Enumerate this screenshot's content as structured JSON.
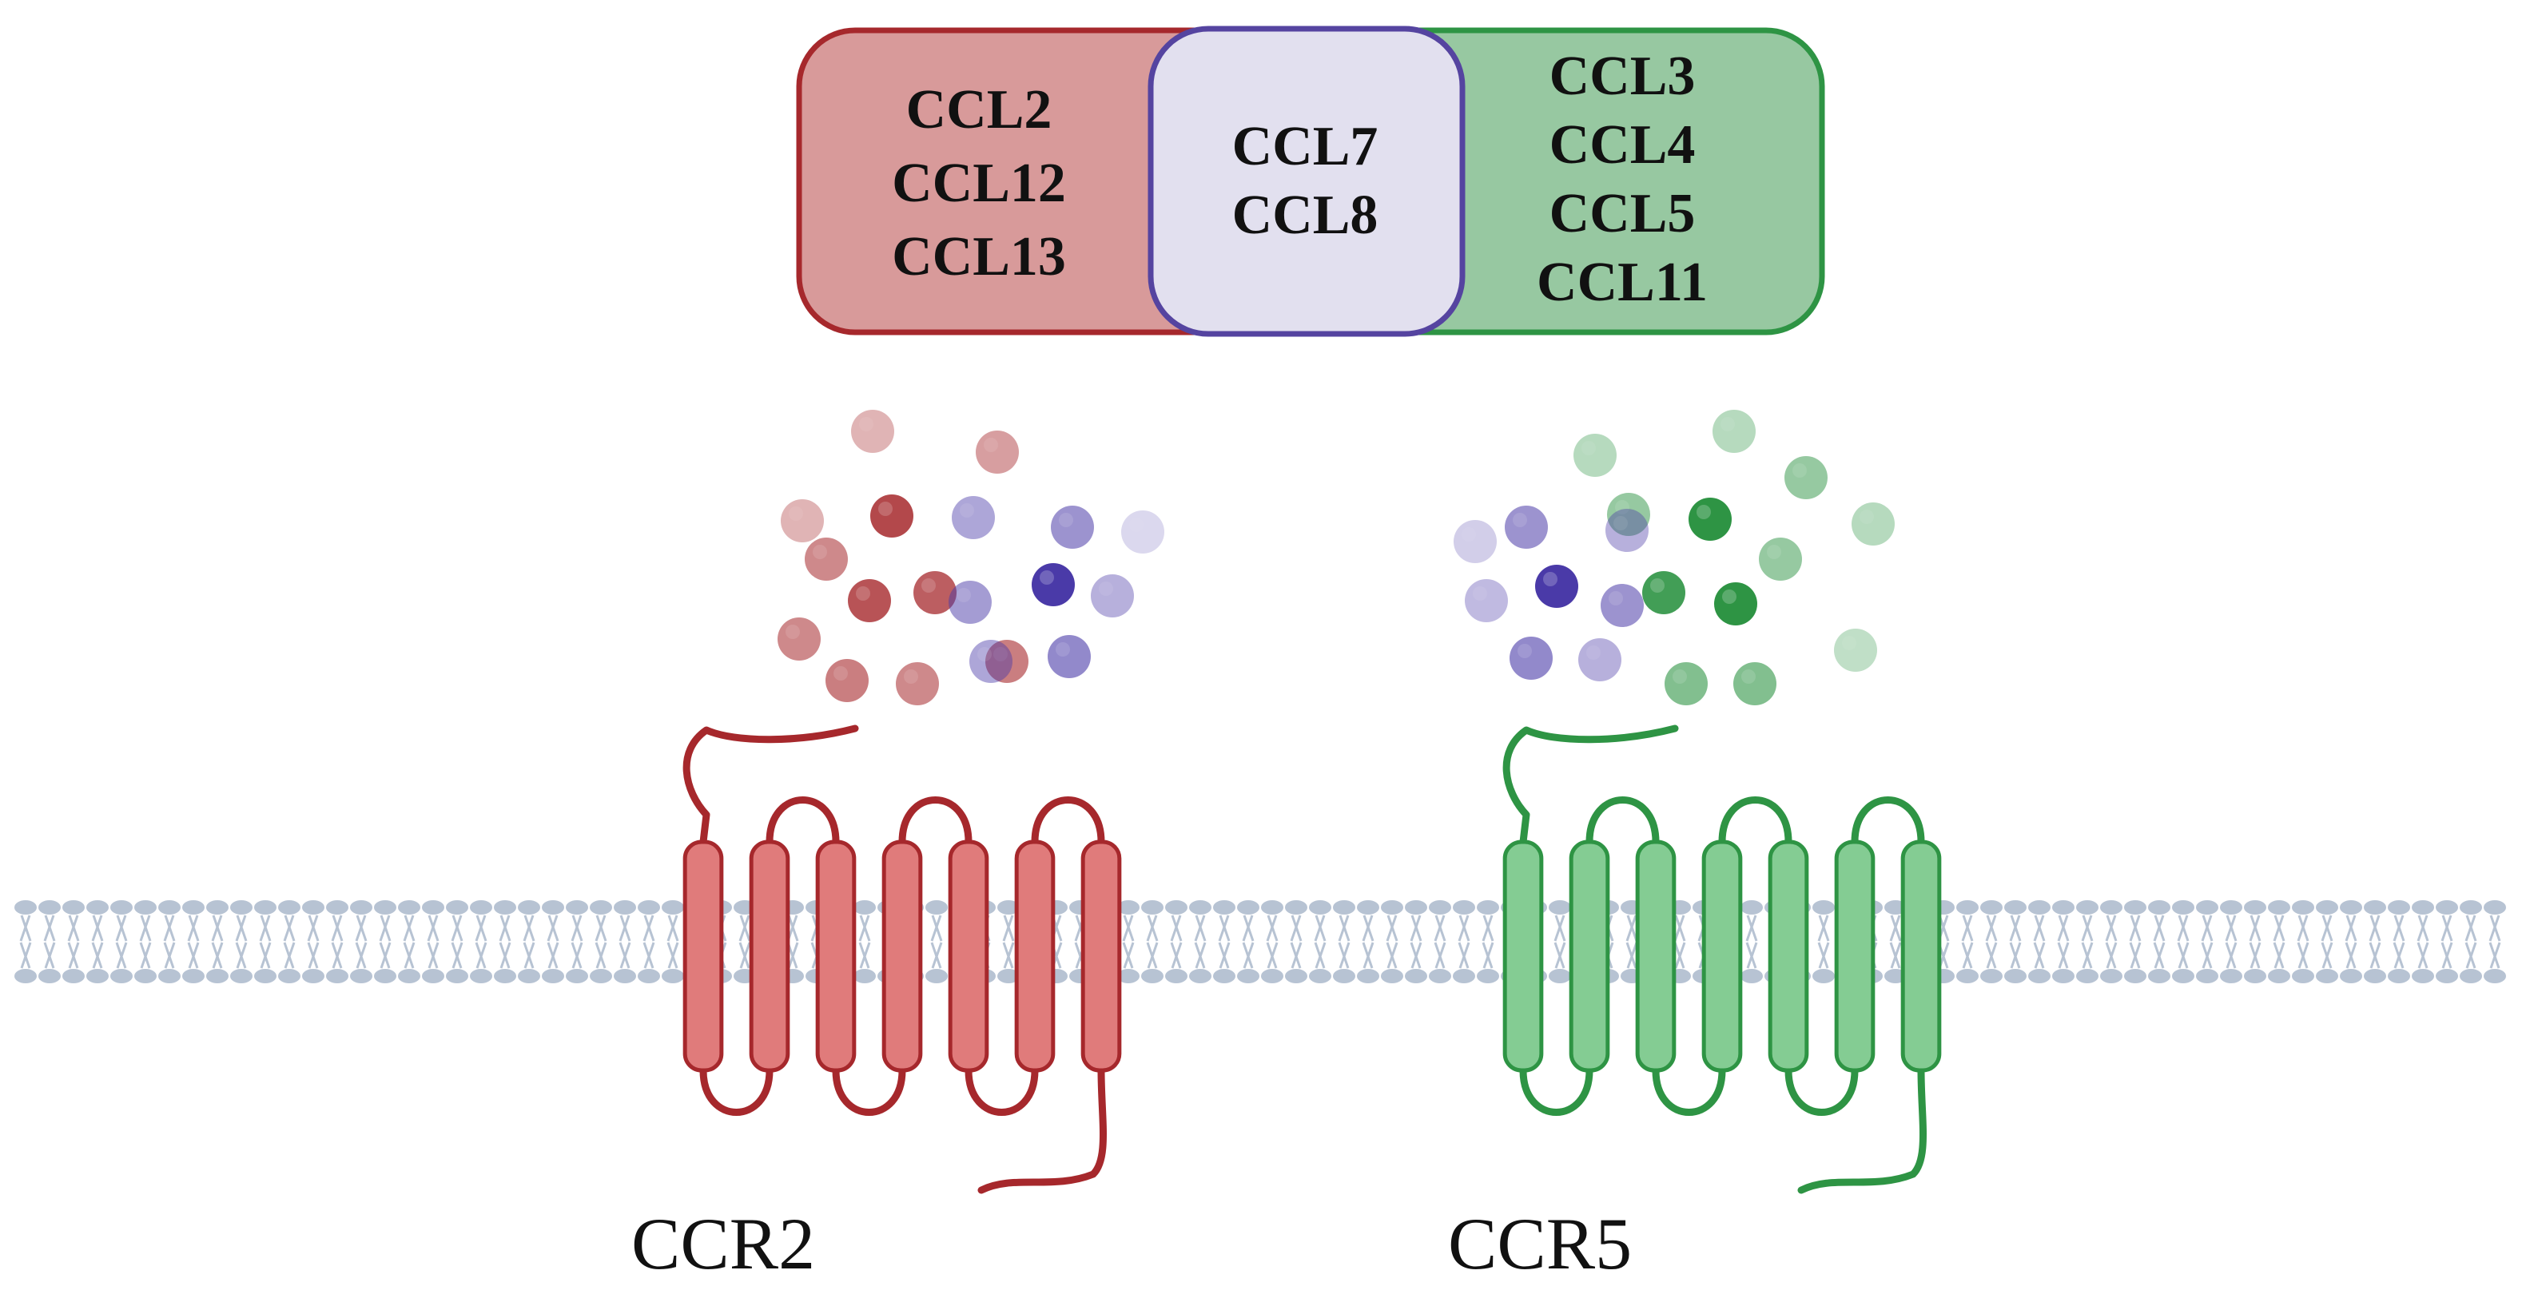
{
  "groups": [
    {
      "id": "ccr2-only",
      "ligands": [
        "CCL2",
        "CCL12",
        "CCL13"
      ],
      "fill": "#d89a9a",
      "stroke": "#a6282c"
    },
    {
      "id": "shared",
      "ligands": [
        "CCL7",
        "CCL8"
      ],
      "fill": "#e2e0ef",
      "stroke": "#5544a0"
    },
    {
      "id": "ccr5-only",
      "ligands": [
        "CCL3",
        "CCL4",
        "CCL5",
        "CCL11"
      ],
      "fill": "#97c8a1",
      "stroke": "#2e9444"
    }
  ],
  "receptors": [
    {
      "id": "ccr2",
      "label": "CCR2",
      "fill": "#e07b7b",
      "stroke": "#a6282c"
    },
    {
      "id": "ccr5",
      "label": "CCR5",
      "fill": "#84cc93",
      "stroke": "#2e9444"
    }
  ],
  "colors": {
    "membrane": "#b7c3d3",
    "red_ligand": "#a6282c",
    "purple_ligand": "#4a3aa8",
    "green_ligand": "#2e9444"
  }
}
